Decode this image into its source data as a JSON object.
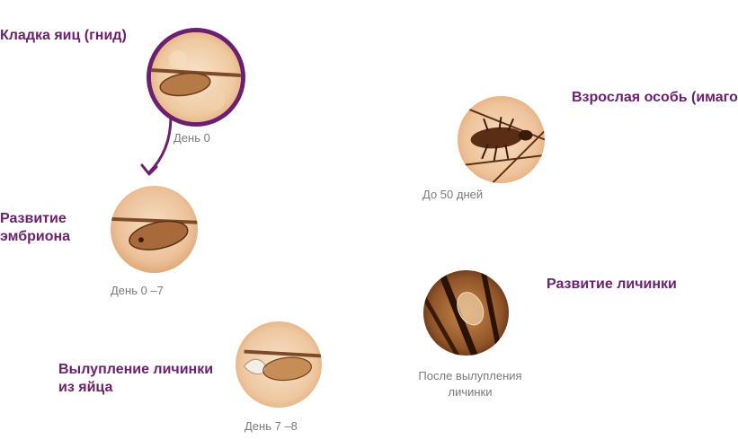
{
  "colors": {
    "title": "#6b1f6e",
    "caption": "#7a7a7a",
    "photo_light": "#f4dcc0",
    "photo_mid": "#e2a774",
    "photo_dark": "#6e3b1c"
  },
  "stages": {
    "eggs": {
      "title": "Кладка яиц (гнид)",
      "caption": "День 0",
      "icon": "nit-on-hair-photo"
    },
    "embryo": {
      "title_line1": "Развитие",
      "title_line2": "эмбриона",
      "caption": "День 0 –7",
      "icon": "embryo-nit-photo"
    },
    "hatching": {
      "title_line1": "Вылупление личинки",
      "title_line2": "из яйца",
      "caption": "День 7 –8",
      "icon": "hatching-nit-photo"
    },
    "larva": {
      "title": "Развитие личинки",
      "caption_line1": "После вылупления",
      "caption_line2": "личинки",
      "icon": "nymph-photo"
    },
    "adult": {
      "title": "Взрослая особь (имаго)",
      "caption": "До 50 дней",
      "icon": "adult-louse-photo"
    }
  },
  "arrow": {
    "icon": "curved-arrow-down-icon"
  }
}
